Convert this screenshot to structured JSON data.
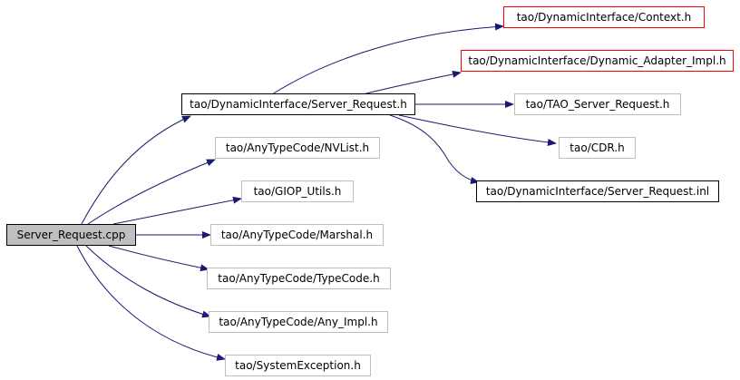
{
  "diagram": {
    "root": {
      "label": "Server_Request.cpp"
    },
    "nodes": {
      "server_request_h": "tao/DynamicInterface/Server_Request.h",
      "nvlist_h": "tao/AnyTypeCode/NVList.h",
      "giop_utils_h": "tao/GIOP_Utils.h",
      "marshal_h": "tao/AnyTypeCode/Marshal.h",
      "typecode_h": "tao/AnyTypeCode/TypeCode.h",
      "any_impl_h": "tao/AnyTypeCode/Any_Impl.h",
      "system_exception_h": "tao/SystemException.h",
      "context_h": "tao/DynamicInterface/Context.h",
      "dynamic_adapter_impl_h": "tao/DynamicInterface/Dynamic_Adapter_Impl.h",
      "tao_server_request_h": "tao/TAO_Server_Request.h",
      "cdr_h": "tao/CDR.h",
      "server_request_inl": "tao/DynamicInterface/Server_Request.inl"
    },
    "edges": [
      {
        "from": "root",
        "to": "server_request_h"
      },
      {
        "from": "root",
        "to": "nvlist_h"
      },
      {
        "from": "root",
        "to": "giop_utils_h"
      },
      {
        "from": "root",
        "to": "marshal_h"
      },
      {
        "from": "root",
        "to": "typecode_h"
      },
      {
        "from": "root",
        "to": "any_impl_h"
      },
      {
        "from": "root",
        "to": "system_exception_h"
      },
      {
        "from": "server_request_h",
        "to": "context_h"
      },
      {
        "from": "server_request_h",
        "to": "dynamic_adapter_impl_h"
      },
      {
        "from": "server_request_h",
        "to": "tao_server_request_h"
      },
      {
        "from": "server_request_h",
        "to": "cdr_h"
      },
      {
        "from": "server_request_h",
        "to": "server_request_inl"
      }
    ],
    "colors": {
      "edge": "#191970",
      "root_fill": "#bfbfbf",
      "documented_border": "#000000",
      "undocumented_border": "#bfbfbf",
      "missing_border": "#ff0000"
    }
  }
}
